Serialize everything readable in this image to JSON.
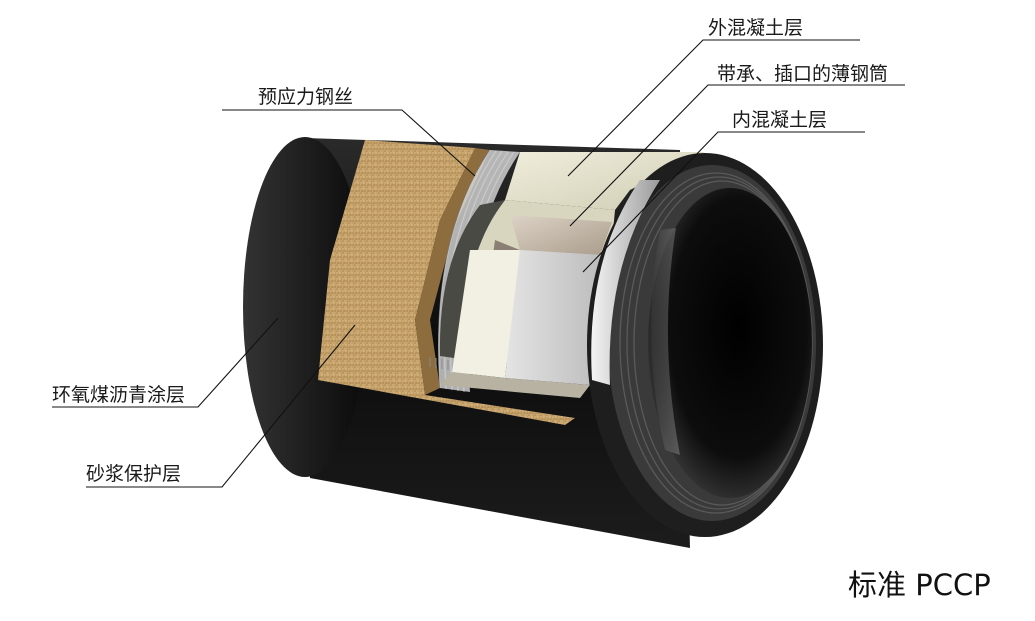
{
  "labels": {
    "outer_concrete": "外混凝土层",
    "steel_cylinder": "带承、插口的薄钢筒",
    "inner_concrete": "内混凝土层",
    "prestress_wire": "预应力钢丝",
    "epoxy_coating": "环氧煤沥青涂层",
    "mortar_coating": "砂浆保护层"
  },
  "caption": "标准 PCCP",
  "colors": {
    "epoxy_black": "#111111",
    "mortar_tan": "#c9a56e",
    "outer_concrete": "#e3e1cc",
    "steel": "#c8bcae",
    "inner_concrete": "#cfcfcf"
  }
}
